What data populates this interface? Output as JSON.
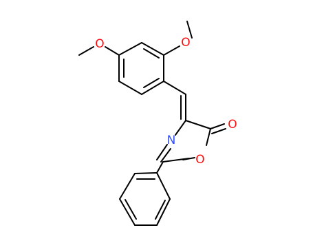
{
  "molecule": {
    "colors": {
      "bond": "#000000",
      "oxygen": "#ff0d0d",
      "nitrogen": "#3050f8",
      "background": "#ffffff"
    },
    "atoms": {
      "methoxy_top_o": {
        "label": "O",
        "element": "oxygen"
      },
      "methoxy_left_o": {
        "label": "O",
        "element": "oxygen"
      },
      "carbonyl_o": {
        "label": "O",
        "element": "oxygen"
      },
      "ring_o": {
        "label": "O",
        "element": "oxygen"
      },
      "ring_n": {
        "label": "N",
        "element": "nitrogen"
      }
    }
  }
}
